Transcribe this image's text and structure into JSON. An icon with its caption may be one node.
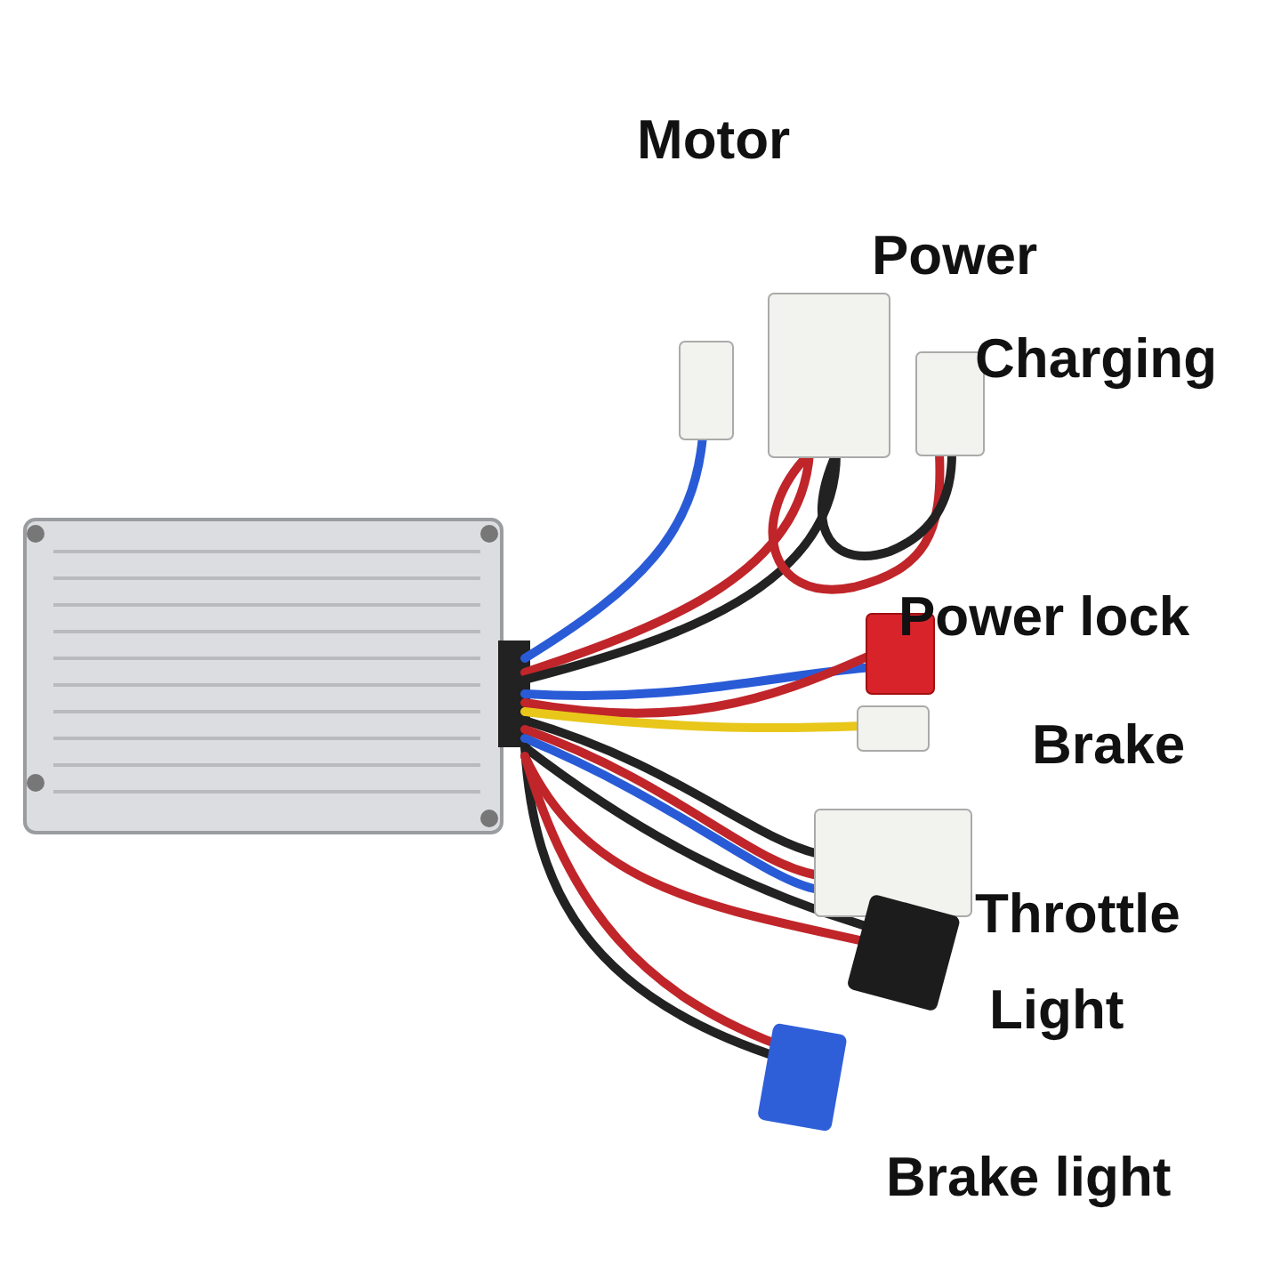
{
  "diagram": {
    "labels": [
      "Motor",
      "Power",
      "Charging",
      "Power lock",
      "Brake",
      "Throttle",
      "Light",
      "Brake light"
    ]
  }
}
